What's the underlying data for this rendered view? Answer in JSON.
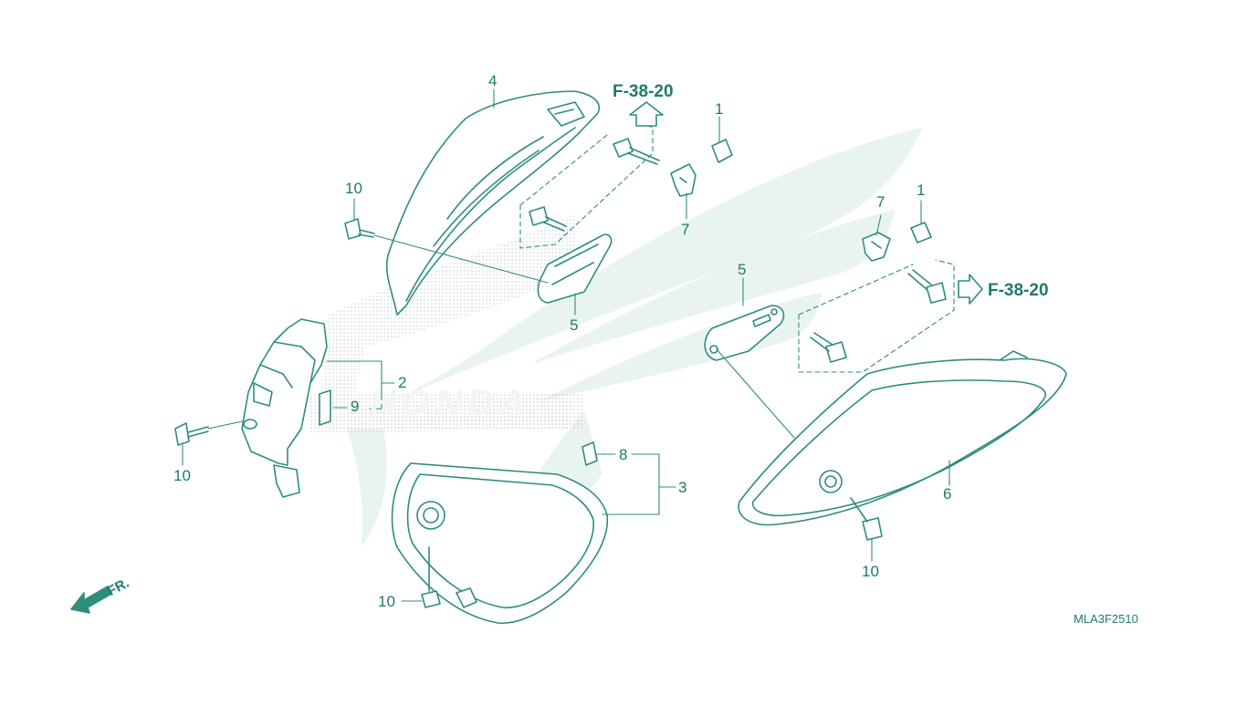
{
  "diagram": {
    "code": "MLA3F2510",
    "front_label": "FR.",
    "ref_upper": "F-38-20",
    "ref_right": "F-38-20",
    "watermark": "HONDA",
    "colors": {
      "ink": "#1f7a6b",
      "stroke": "#2e8d7d",
      "watermark": "#e9f4f1",
      "dots": "#c9cfcd"
    }
  },
  "labels": {
    "p1a": "1",
    "p1b": "1",
    "p2": "2",
    "p3": "3",
    "p4": "4",
    "p5a": "5",
    "p5b": "5",
    "p6": "6",
    "p7a": "7",
    "p7b": "7",
    "p8": "8",
    "p9": "9",
    "p10a": "10",
    "p10b": "10",
    "p10c": "10",
    "p10d": "10"
  }
}
